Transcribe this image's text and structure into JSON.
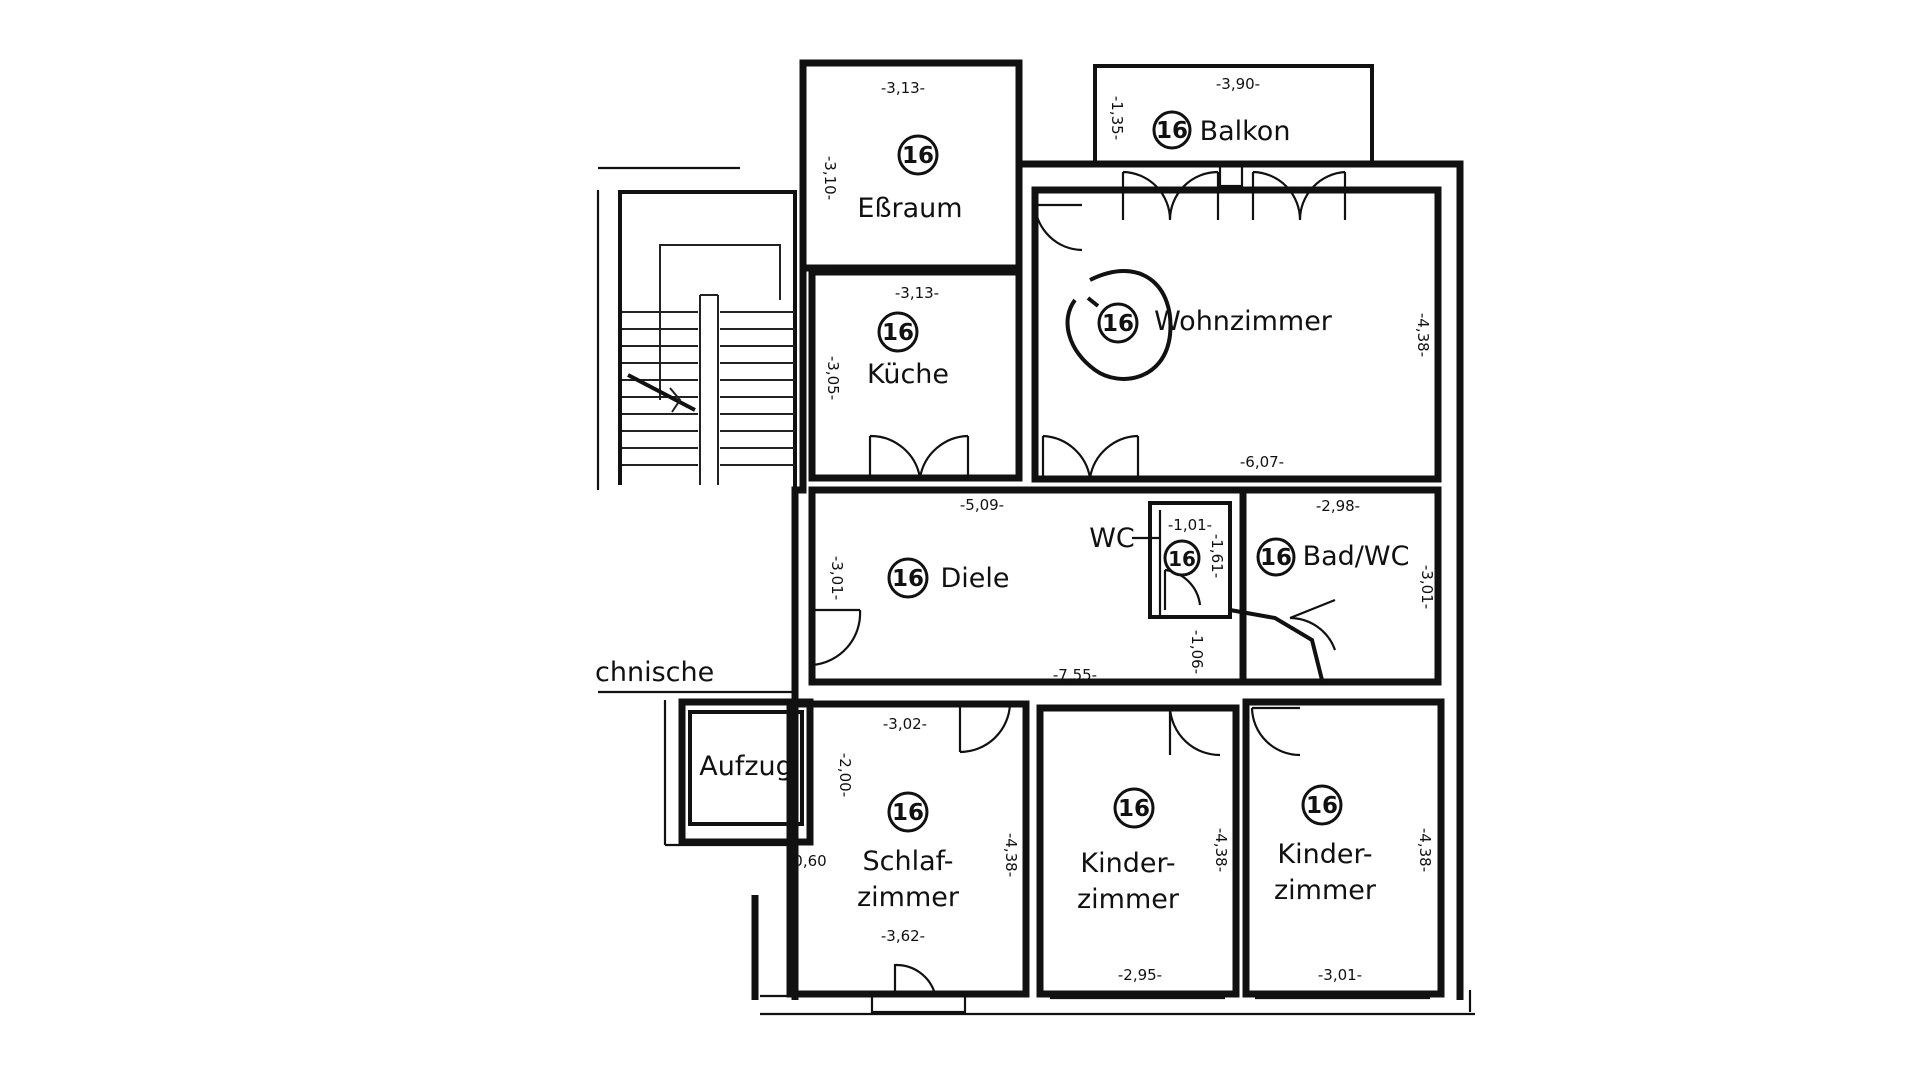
{
  "rooms": {
    "essraum": "Eßraum",
    "balkon": "Balkon",
    "kueche": "Küche",
    "wohnzimmer": "Wohnzimmer",
    "diele": "Diele",
    "wc": "WC",
    "bad_wc": "Bad/WC",
    "aufzug": "Aufzug",
    "schlaf_1": "Schlaf-",
    "schlaf_2": "zimmer",
    "kinder_a_1": "Kinder-",
    "kinder_a_2": "zimmer",
    "kinder_b_1": "Kinder-",
    "kinder_b_2": "zimmer",
    "technische_partial": "chnische"
  },
  "badge_number": "16",
  "dimensions": {
    "essraum_w": "-3,13-",
    "essraum_h": "-3,10-",
    "balkon_w": "-3,90-",
    "balkon_h": "-1,35-",
    "kueche_w": "-3,13-",
    "kueche_h": "-3,05-",
    "wohnzimmer_h": "-4,38-",
    "wohnzimmer_w": "-6,07-",
    "diele_top": "-5,09-",
    "diele_h": "-3,01-",
    "diele_bottom": "-7,55-",
    "wc_w": "-1,01-",
    "wc_h": "-1,61-",
    "passage": "-1,06-",
    "bad_w": "-2,98-",
    "bad_h": "-3,01-",
    "schlaf_top": "-3,02-",
    "schlaf_side": "-2,00-",
    "schlaf_h": "-4,38-",
    "schlaf_bottom": "-3,62-",
    "niche": "0,60",
    "kinder_a_h": "-4,38-",
    "kinder_a_w": "-2,95-",
    "kinder_b_h": "-4,38-",
    "kinder_b_w": "-3,01-"
  }
}
